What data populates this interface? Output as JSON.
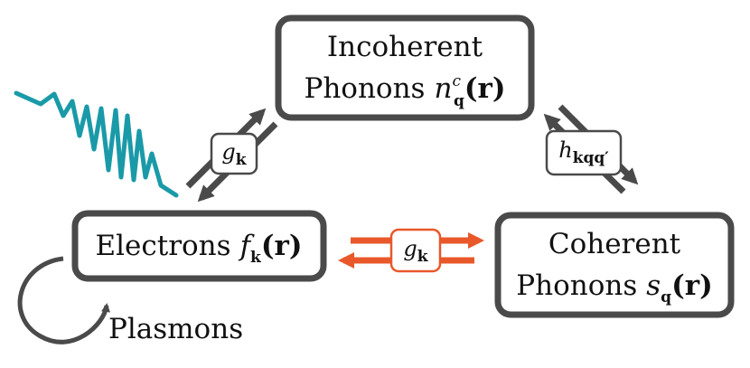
{
  "nodes": {
    "incoherent": {
      "line1": "Incoherent",
      "line2": "Phonons",
      "symbol": "n",
      "superscript": "c",
      "subscript": "q",
      "argument": "(r)"
    },
    "electrons": {
      "label": "Electrons",
      "symbol": "f",
      "subscript": "k",
      "argument": "(r)"
    },
    "coherent": {
      "line1": "Coherent",
      "line2": "Phonons",
      "symbol": "s",
      "subscript": "q",
      "argument": "(r)"
    }
  },
  "couplings": {
    "electron_incoherent": {
      "symbol": "g",
      "subscript": "k"
    },
    "electron_coherent": {
      "symbol": "g",
      "subscript": "k"
    },
    "incoherent_coherent": {
      "symbol": "h",
      "subscript": "kqq′"
    }
  },
  "plasmons": {
    "label": "Plasmons"
  },
  "colors": {
    "box_stroke": "#4a4a4a",
    "arrow_gray": "#4a4a4a",
    "arrow_orange": "#e8582a",
    "light_wave": "#1a9aa8",
    "text": "#111111"
  }
}
